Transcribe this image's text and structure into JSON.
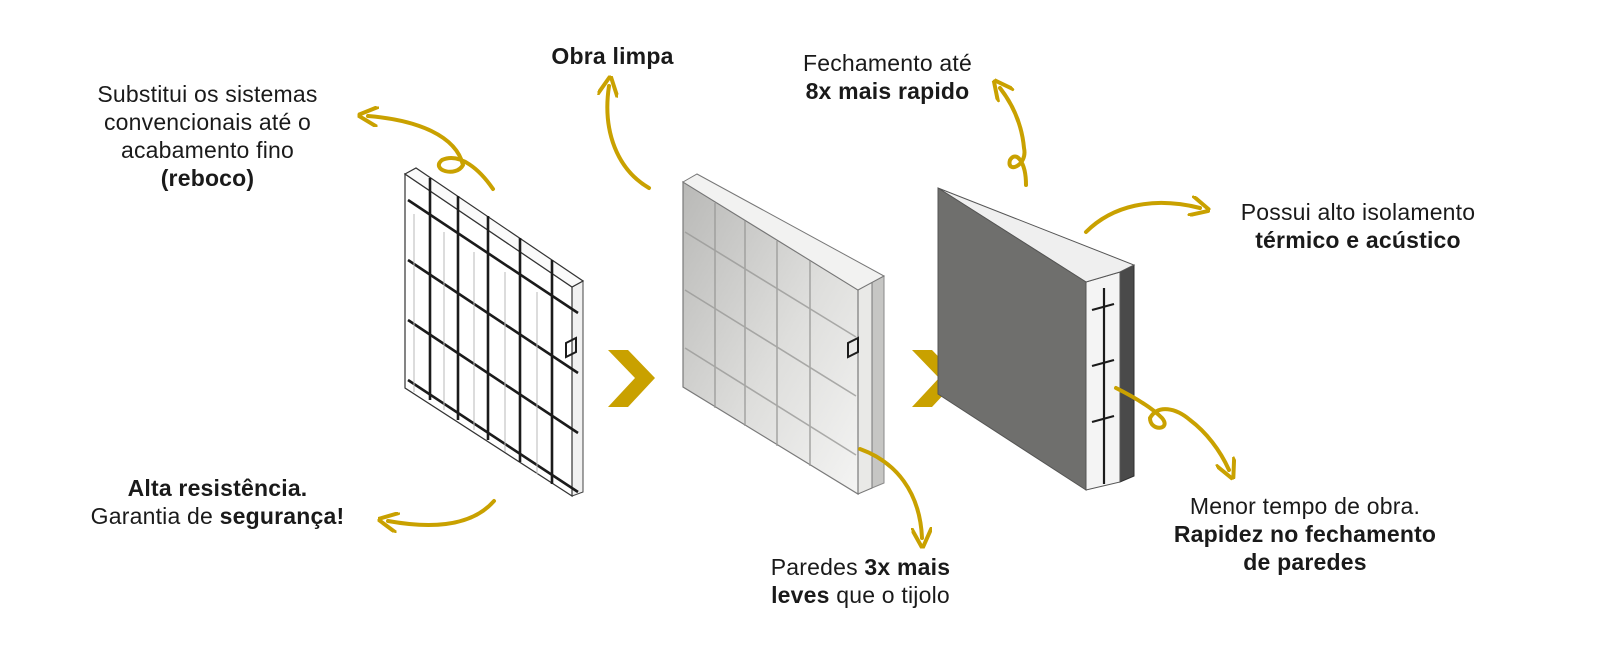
{
  "colors": {
    "accent": "#c9a100",
    "panel_dark": "#6f6f6d",
    "wire": "#1b1b1b",
    "foam": "#ffffff",
    "text": "#1a1a1a"
  },
  "panels": [
    {
      "name": "eps-core-with-mesh",
      "state": "uncoated"
    },
    {
      "name": "panel-semi-finished",
      "state": "first-coat"
    },
    {
      "name": "panel-finished",
      "state": "finished"
    }
  ],
  "step_arrows": [
    "chevron-right-icon",
    "chevron-right-icon"
  ],
  "labels": {
    "substitui": {
      "line1": "Substitui os sistemas",
      "line2": "convencionais até o",
      "line3": "acabamento fino",
      "line4": "(reboco)"
    },
    "obra_limpa": {
      "text": "Obra limpa"
    },
    "fechamento": {
      "line1": "Fechamento até",
      "line2": "8x mais rapido"
    },
    "isolamento": {
      "line1": "Possui alto isolamento",
      "line2": "térmico e acústico"
    },
    "resistencia": {
      "line1": "Alta resistência.",
      "line2_prefix": "Garantia de ",
      "line2_bold": "segurança!"
    },
    "paredes": {
      "l1_prefix": "Paredes ",
      "l1_bold": "3x mais",
      "l2_bold": "leves",
      "l2_suffix": " que o tijolo"
    },
    "tempo": {
      "line1": "Menor tempo de obra.",
      "line2": "Rapidez no fechamento",
      "line3": "de paredes"
    }
  }
}
